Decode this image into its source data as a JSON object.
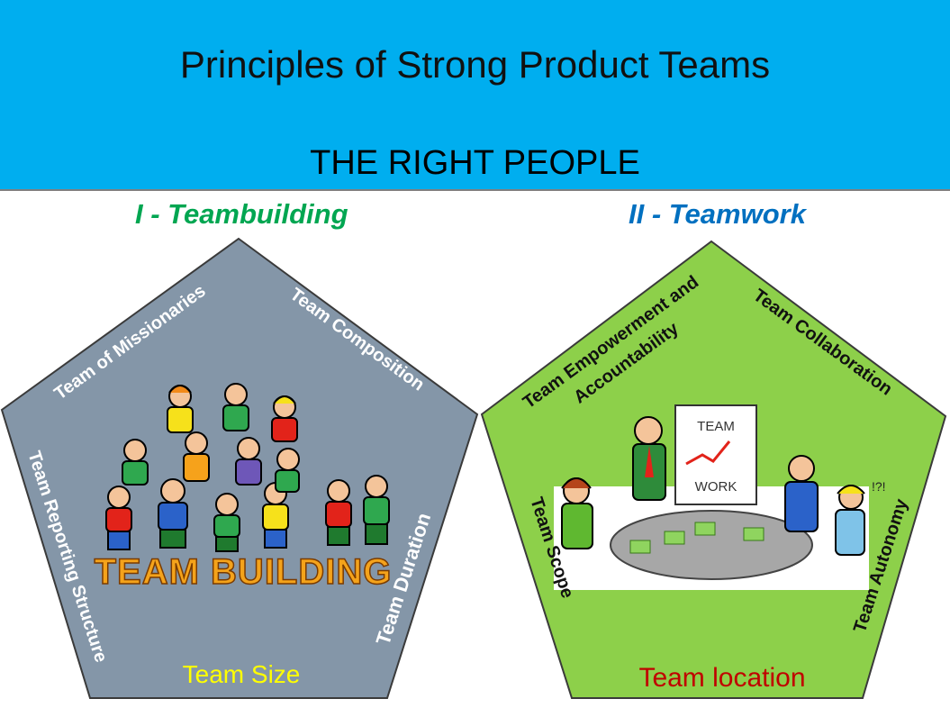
{
  "header": {
    "title": "Principles of Strong Product Teams",
    "subtitle": "THE RIGHT PEOPLE"
  },
  "left": {
    "title": "I - Teambuilding",
    "title_color": "#00a651",
    "fill": "#8496a8",
    "labels": {
      "missionaries": "Team of Missionaries",
      "composition": "Team Composition",
      "reporting": "Team Reporting Structure",
      "duration": "Team Duration",
      "size": "Team  Size"
    },
    "illustration_text": "TEAM BUILDING"
  },
  "right": {
    "title": "II - Teamwork",
    "title_color": "#0070c0",
    "fill": "#8dd04a",
    "labels": {
      "empowerment_1": "Team Empowerment and",
      "empowerment_2": "Accountability",
      "collaboration": "Team Collaboration",
      "scope": "Team Scope",
      "autonomy": "Team Autonomy",
      "location": "Team  location"
    },
    "board_text_1": "TEAM",
    "board_text_2": "WORK",
    "exclaim": "!?!"
  },
  "colors": {
    "banner": "#00aeef",
    "size_label": "#ffff00",
    "location_label": "#c00000"
  }
}
